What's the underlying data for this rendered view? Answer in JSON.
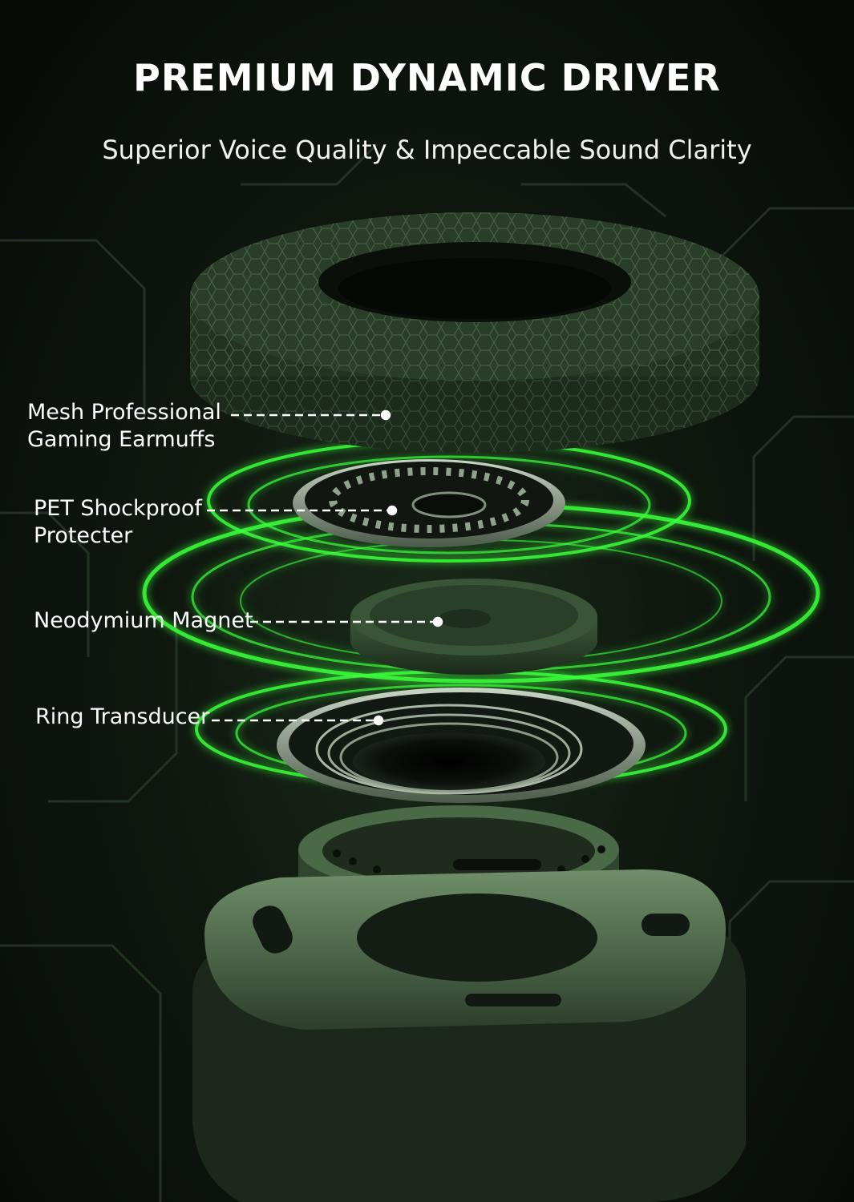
{
  "header": {
    "title": "PREMIUM DYNAMIC DRIVER",
    "subtitle": "Superior Voice Quality & Impeccable Sound Clarity"
  },
  "callouts": [
    {
      "lines": [
        "Mesh Professional",
        "Gaming Earmuffs"
      ]
    },
    {
      "lines": [
        "PET Shockproof",
        "Protecter"
      ]
    },
    {
      "lines": [
        "Neodymium Magnet"
      ]
    },
    {
      "lines": [
        "Ring Transducer"
      ]
    }
  ],
  "colors": {
    "accent_glow": "#39ff3a",
    "background": "#0d120d",
    "component_green": "#3e5a3c",
    "text": "#ffffff"
  }
}
